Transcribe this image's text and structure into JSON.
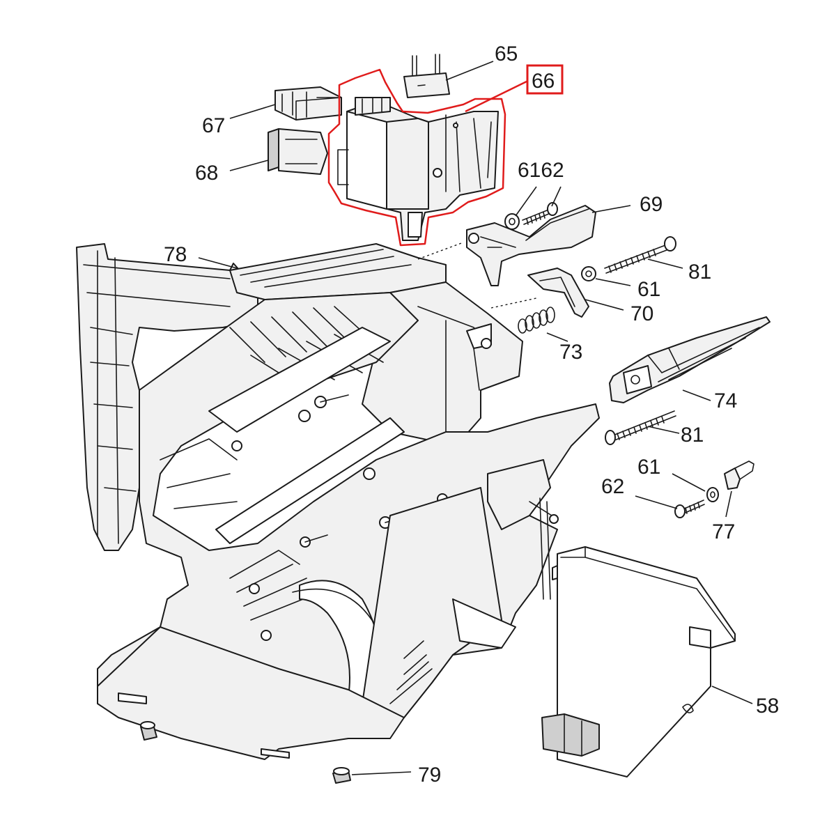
{
  "highlight_color": "#e01b1b",
  "callouts": {
    "c65": "65",
    "c66": "66",
    "c67": "67",
    "c68": "68",
    "c6162": "6162",
    "c69": "69",
    "c78": "78",
    "c81a": "81",
    "c61a": "61",
    "c70": "70",
    "c73": "73",
    "c74": "74",
    "c81b": "81",
    "c61b": "61",
    "c62": "62",
    "c77": "77",
    "c58": "58",
    "c79": "79"
  }
}
